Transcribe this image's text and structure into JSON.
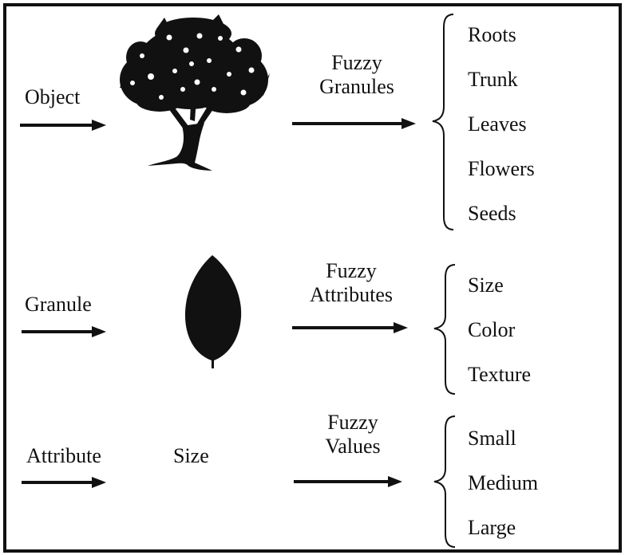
{
  "row_object": {
    "input_label": "Object",
    "illustration_icon": "tree-icon",
    "relation_lines": [
      "Fuzzy",
      "Granules"
    ],
    "items": [
      "Roots",
      "Trunk",
      "Leaves",
      "Flowers",
      "Seeds"
    ]
  },
  "row_granule": {
    "input_label": "Granule",
    "illustration_icon": "leaf-icon",
    "relation_lines": [
      "Fuzzy",
      "Attributes"
    ],
    "items": [
      "Size",
      "Color",
      "Texture"
    ]
  },
  "row_attribute": {
    "input_label": "Attribute",
    "example": "Size",
    "relation_lines": [
      "Fuzzy",
      "Values"
    ],
    "items": [
      "Small",
      "Medium",
      "Large"
    ]
  },
  "colors": {
    "ink": "#111111",
    "background": "#ffffff"
  }
}
